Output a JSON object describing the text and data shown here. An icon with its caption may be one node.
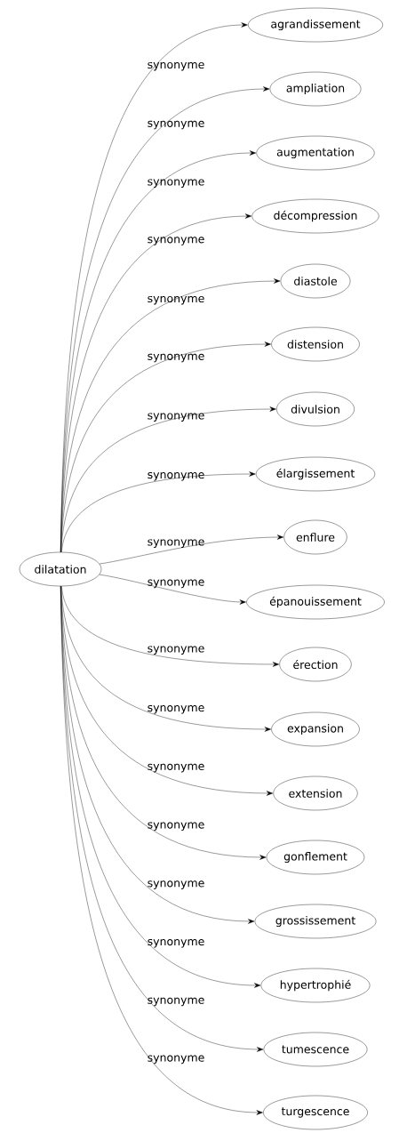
{
  "diagram": {
    "nodes": [
      {
        "text": [
          "dilatation"
        ]
      },
      {
        "text": [
          "agrandissement"
        ]
      },
      {
        "text": [
          "ampliation"
        ]
      },
      {
        "text": [
          "augmentation"
        ]
      },
      {
        "text": [
          "décompression"
        ]
      },
      {
        "text": [
          "diastole"
        ]
      },
      {
        "text": [
          "distension"
        ]
      },
      {
        "text": [
          "divulsion"
        ]
      },
      {
        "text": [
          "élargissement"
        ]
      },
      {
        "text": [
          "enflure"
        ]
      },
      {
        "text": [
          "épanouissement"
        ]
      },
      {
        "text": [
          "érection"
        ]
      },
      {
        "text": [
          "expansion"
        ]
      },
      {
        "text": [
          "extension"
        ]
      },
      {
        "text": [
          "gonflement"
        ]
      },
      {
        "text": [
          "grossissement"
        ]
      },
      {
        "text": [
          "hypertrophié"
        ]
      },
      {
        "text": [
          "tumescence"
        ]
      },
      {
        "text": [
          "turgescence"
        ]
      }
    ],
    "edges": [
      {
        "from": 0,
        "to": 1,
        "arrow": "to",
        "label": "synonyme"
      },
      {
        "from": 0,
        "to": 2,
        "arrow": "to",
        "label": "synonyme"
      },
      {
        "from": 0,
        "to": 3,
        "arrow": "to",
        "label": "synonyme"
      },
      {
        "from": 0,
        "to": 4,
        "arrow": "to",
        "label": "synonyme"
      },
      {
        "from": 0,
        "to": 5,
        "arrow": "to",
        "label": "synonyme"
      },
      {
        "from": 0,
        "to": 6,
        "arrow": "to",
        "label": "synonyme"
      },
      {
        "from": 0,
        "to": 7,
        "arrow": "to",
        "label": "synonyme"
      },
      {
        "from": 0,
        "to": 8,
        "arrow": "to",
        "label": "synonyme"
      },
      {
        "from": 0,
        "to": 9,
        "arrow": "to",
        "label": "synonyme"
      },
      {
        "from": 0,
        "to": 10,
        "arrow": "to",
        "label": "synonyme"
      },
      {
        "from": 0,
        "to": 11,
        "arrow": "to",
        "label": "synonyme"
      },
      {
        "from": 0,
        "to": 12,
        "arrow": "to",
        "label": "synonyme"
      },
      {
        "from": 0,
        "to": 13,
        "arrow": "to",
        "label": "synonyme"
      },
      {
        "from": 0,
        "to": 14,
        "arrow": "to",
        "label": "synonyme"
      },
      {
        "from": 0,
        "to": 15,
        "arrow": "to",
        "label": "synonyme"
      },
      {
        "from": 0,
        "to": 16,
        "arrow": "to",
        "label": "synonyme"
      },
      {
        "from": 0,
        "to": 17,
        "arrow": "to",
        "label": "synonyme"
      },
      {
        "from": 0,
        "to": 18,
        "arrow": "to",
        "label": "synonyme"
      }
    ]
  }
}
